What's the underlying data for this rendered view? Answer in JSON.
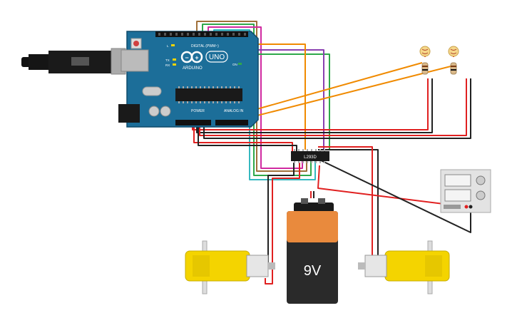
{
  "arduino": {
    "brand": "ARDUINO",
    "model": "UNO",
    "digital_label": "DIGITAL (PWM~)",
    "power_label": "POWER",
    "analog_label": "ANALOG IN",
    "led_l": "L",
    "led_tx": "TX",
    "led_rx": "RX",
    "on_label": "ON"
  },
  "driver": {
    "label": "L293D"
  },
  "battery": {
    "label": "9V"
  },
  "colors": {
    "board": "#1c6e99",
    "wire_red": "#e02020",
    "wire_black": "#222222",
    "wire_orange": "#f08a00",
    "wire_purple": "#8a3fb0",
    "wire_teal": "#35b8c0",
    "wire_brown": "#a0703a",
    "wire_green": "#2fa84a",
    "wire_magenta": "#d02aa0",
    "motor_yellow": "#f4d400",
    "battery_orange": "#e98a3d",
    "battery_black": "#2a2a2a"
  }
}
